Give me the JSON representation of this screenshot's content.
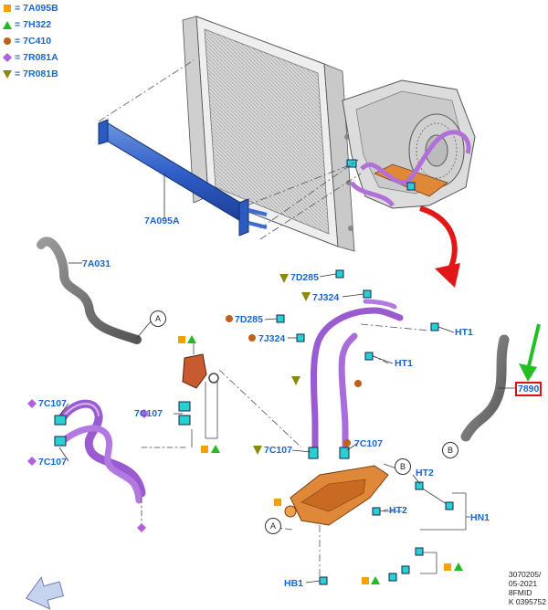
{
  "legend": [
    {
      "symbol": "square",
      "color": "#f2a100",
      "code": "7A095B"
    },
    {
      "symbol": "triangle",
      "color": "#22bb22",
      "code": "7H322"
    },
    {
      "symbol": "circle",
      "color": "#c0601a",
      "code": "7C410"
    },
    {
      "symbol": "diamond",
      "color": "#b060e0",
      "code": "7R081A"
    },
    {
      "symbol": "triangle-down",
      "color": "#8a8a10",
      "code": "7R081B"
    }
  ],
  "labels": {
    "cooler": "7A095A",
    "hose_upper": "7A031",
    "left_7c107_a": "7C107",
    "left_7c107_b": "7C107",
    "mid_7c107": "7C107",
    "d285_a": "7D285",
    "j324_a": "7J324",
    "d285_b": "7D285",
    "j324_b": "7J324",
    "ht1_a": "HT1",
    "ht1_b": "HT1",
    "c107_r1": "7C107",
    "c107_r2": "7C107",
    "ht2_a": "HT2",
    "ht2_b": "HT2",
    "hn1": "HN1",
    "hb1": "HB1",
    "highlight": "7890"
  },
  "callouts": {
    "a1": "A",
    "a2": "A",
    "b1": "B",
    "b2": "B"
  },
  "footer": {
    "line1": "3070205/",
    "line2": "05-2021",
    "line3": "8FMID",
    "line4": "K 0395752"
  }
}
